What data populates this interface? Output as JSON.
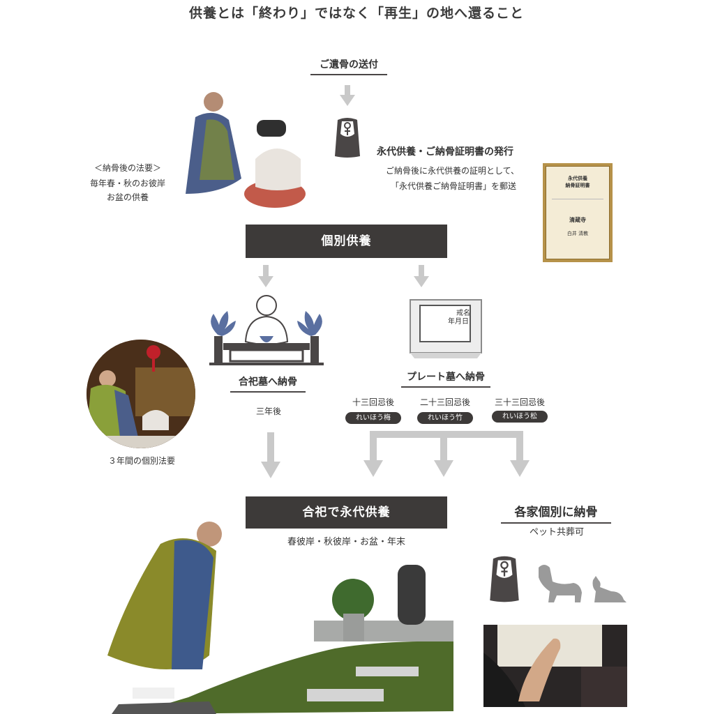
{
  "title": "供養とは「終わり」ではなく「再生」の地へ還ること",
  "steps": {
    "send_remains": "ご遺骨の送付",
    "certificate_title": "永代供養・ご納骨証明書の発行",
    "certificate_desc_line1": "ご納骨後に永代供養の証明として、",
    "certificate_desc_line2": "「永代供養ご納骨証明書」を郵送",
    "individual_memorial": "個別供養",
    "communal_grave": "合祀墓へ納骨",
    "plate_grave": "プレート墓へ納骨",
    "three_years_after": "三年後",
    "communal_eternal": "合祀で永代供養",
    "communal_eternal_sub": "春彼岸・秋彼岸・お盆・年末",
    "each_family": "各家個別に納骨",
    "pets_ok": "ペット共葬可"
  },
  "left_notes": {
    "after_burial_heading": "＜納骨後の法要＞",
    "after_burial_line1": "毎年春・秋のお彼岸",
    "after_burial_line2": "お盆の供養",
    "three_year_caption": "３年間の個別法要"
  },
  "plate_text": [
    "戒名",
    "年月日"
  ],
  "certificate_doc": {
    "heading1": "永代供養",
    "heading2": "納骨証明書",
    "temple": "清蔵寺",
    "signer": "白井 清教"
  },
  "memorial_options": [
    {
      "label": "十三回忌後",
      "plan": "れいほう梅"
    },
    {
      "label": "二十三回忌後",
      "plan": "れいほう竹"
    },
    {
      "label": "三十三回忌後",
      "plan": "れいほう松"
    }
  ],
  "colors": {
    "dark": "#3d3a39",
    "arrow_gray": "#c9c9c9",
    "icon_blue": "#5a6fa0",
    "icon_dark": "#4a4646"
  }
}
